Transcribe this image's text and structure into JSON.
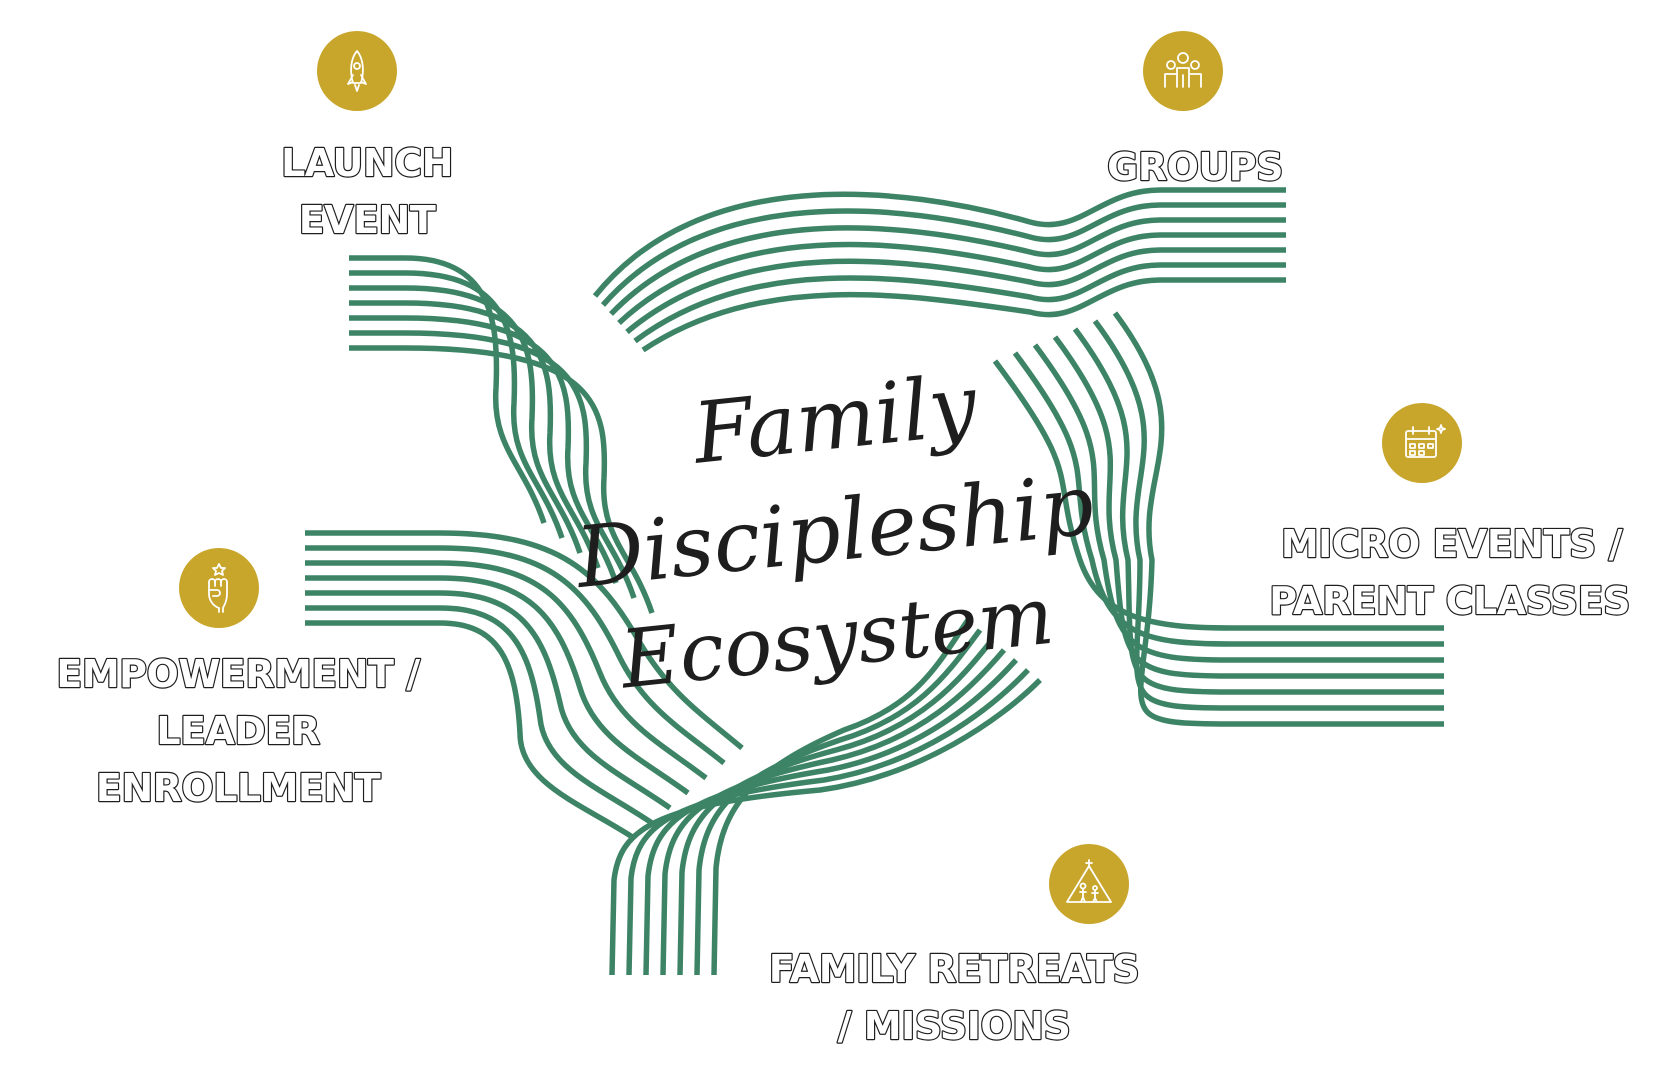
{
  "title": {
    "line1": "Family",
    "line2": "Discipleship",
    "line3": "Ecosystem"
  },
  "labels": {
    "launch_event": [
      "LAUNCH",
      "EVENT"
    ],
    "groups": [
      "GROUPS"
    ],
    "micro_events": [
      "MICRO EVENTS /",
      "PARENT CLASSES"
    ],
    "empowerment": [
      "EMPOWERMENT /",
      "LEADER",
      "ENROLLMENT"
    ],
    "family_retreats": [
      "FAMILY RETREATS",
      "/ MISSIONS"
    ]
  },
  "icons": {
    "launch_event": "rocket-icon",
    "groups": "people-icon",
    "micro_events": "calendar-icon",
    "empowerment": "raised-fist-icon",
    "family_retreats": "tent-family-icon"
  },
  "colors": {
    "stripe_green": "#3d8466",
    "badge_gold": "#c8a52b",
    "text_dark": "#1e1e1e"
  }
}
